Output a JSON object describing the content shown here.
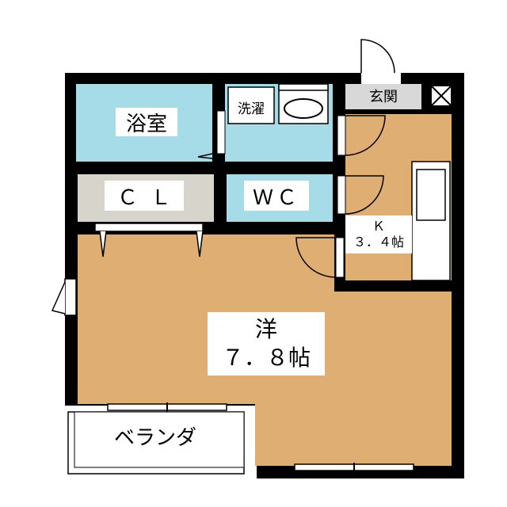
{
  "rooms": {
    "bath": "浴室",
    "wash": "洗濯",
    "closet": "ＣＬ",
    "toilet": "ＷＣ",
    "entrance": "玄関",
    "kitchen": {
      "name": "Ｋ",
      "size": "３．４帖"
    },
    "western": {
      "name": "洋",
      "size": "７．８帖"
    },
    "veranda": "ベランダ"
  },
  "colors": {
    "wall": "#000000",
    "bath_fill": "#a6dce8",
    "closet_fill": "#d7d4cc",
    "room_fill": "#dfae72",
    "entrance_fill": "#d8d8d8",
    "veranda_fill": "#ffffff"
  }
}
